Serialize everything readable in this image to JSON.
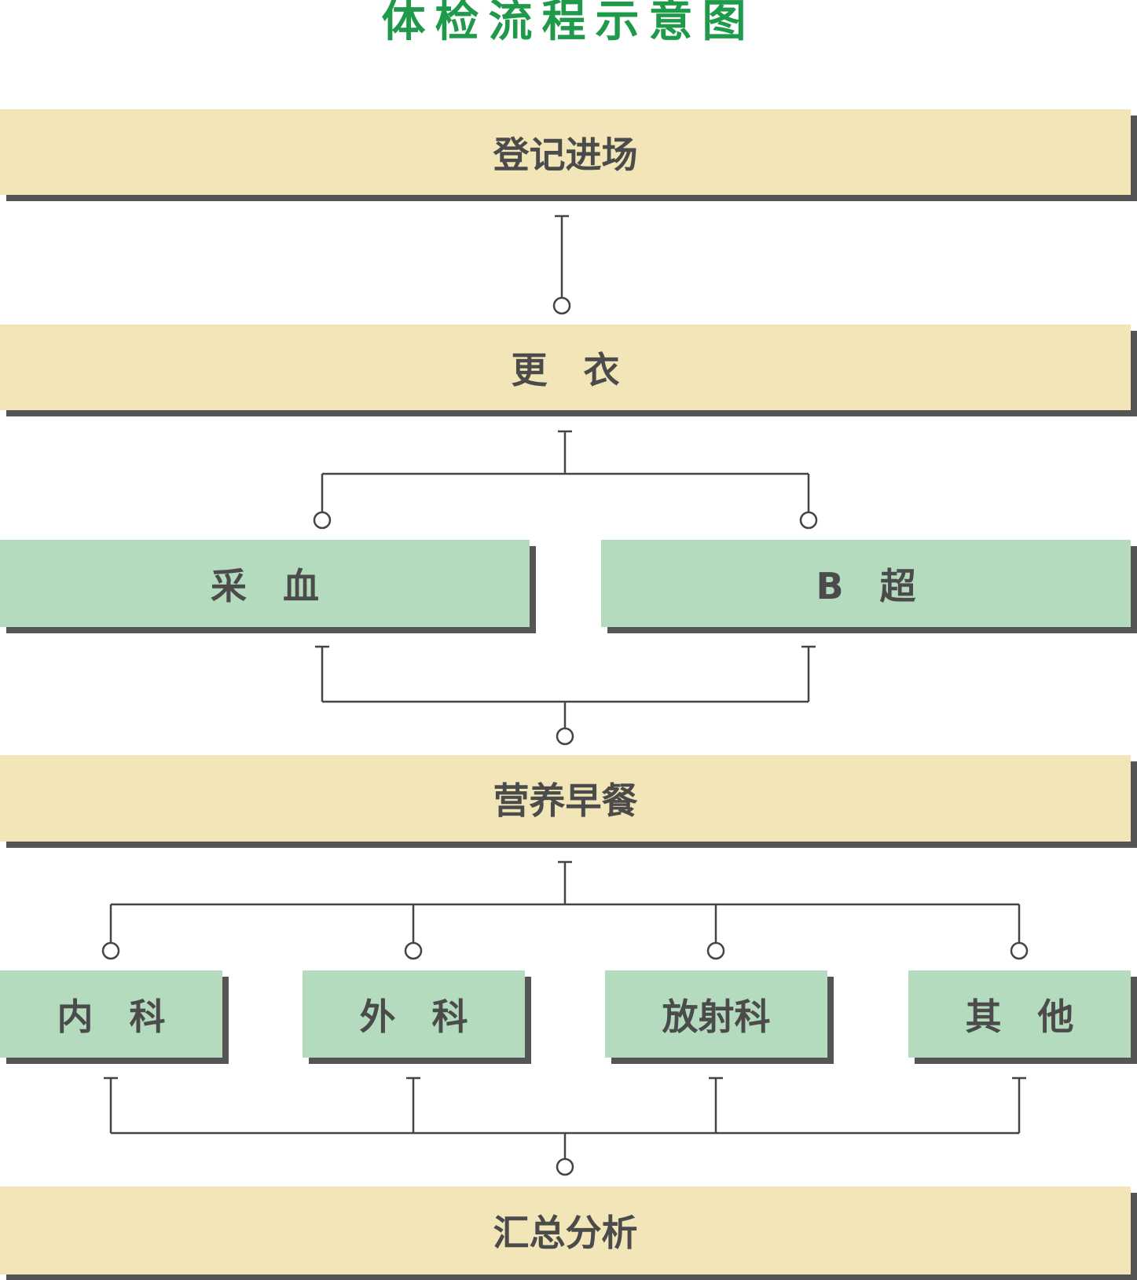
{
  "title": "体检流程示意图",
  "steps": {
    "register": "登记进场",
    "change": "更　衣",
    "blood": "采　血",
    "ultrasound": "B　超",
    "breakfast": "营养早餐",
    "internal": "内　科",
    "surgery": "外　科",
    "radiology": "放射科",
    "other": "其　他",
    "summary": "汇总分析"
  },
  "colors": {
    "title": "#1e9a4a",
    "beige_box": "#f2e6b8",
    "green_box": "#b5dbbf",
    "shadow": "#555555",
    "text": "#4b4b4b",
    "line": "#444444"
  }
}
